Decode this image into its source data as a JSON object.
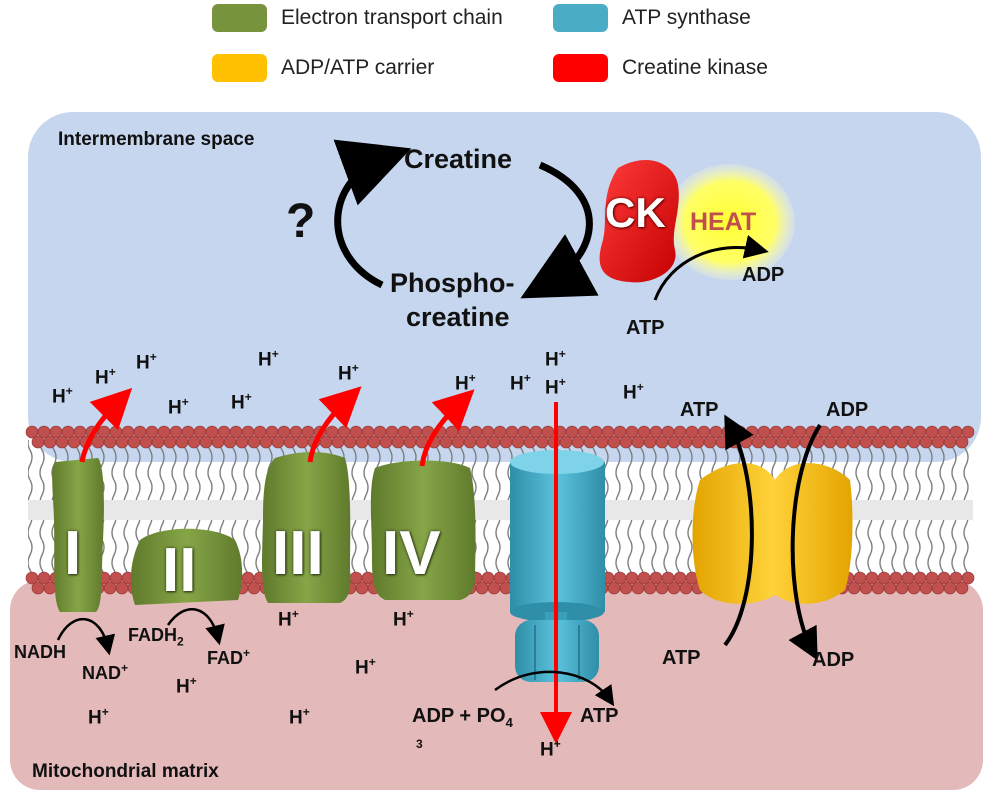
{
  "legend": [
    {
      "label": "Electron transport chain",
      "color": "#77933c"
    },
    {
      "label": "ATP synthase",
      "color": "#4bacc6"
    },
    {
      "label": "ADP/ATP carrier",
      "color": "#ffc000"
    },
    {
      "label": "Creatine kinase",
      "color": "#ff0000"
    }
  ],
  "regions": {
    "intermembrane": "Intermembrane space",
    "matrix": "Mitochondrial matrix"
  },
  "cycle": {
    "creatine": "Creatine",
    "phospho_line1": "Phospho-",
    "phospho_line2": "creatine",
    "unknown": "?"
  },
  "ck": {
    "label": "CK",
    "heat": "HEAT",
    "atp": "ATP",
    "adp": "ADP"
  },
  "complexes": {
    "c1": "I",
    "c2": "II",
    "c3": "III",
    "c4": "IV"
  },
  "reactions": {
    "nadh": "NADH",
    "nad": "NAD",
    "fadh": "FADH",
    "fadh_sub": "2",
    "fad": "FAD",
    "plus": "+",
    "synthase_left": "ADP + PO",
    "synthase_sub": "4",
    "synthase_sub2": "3",
    "synthase_right": "ATP",
    "carrier_atp_top": "ATP",
    "carrier_adp_top": "ADP",
    "carrier_atp_bottom": "ATP",
    "carrier_adp_bottom": "ADP"
  },
  "proton": {
    "h": "H",
    "sup": "+"
  },
  "colors": {
    "intermembrane_bg": "#c6d6ee",
    "matrix_bg": "#e4b9b9",
    "bead": "#c0504d",
    "tail": "#8c8c8c",
    "etc_green": "#77933c",
    "synthase_blue": "#4bacc6",
    "carrier_yellow": "#ffc000",
    "ck_red": "#ff0000",
    "heat_glow": "#ffff66",
    "heat_text": "#c0504d",
    "proton_arrow": "#ff0000"
  }
}
